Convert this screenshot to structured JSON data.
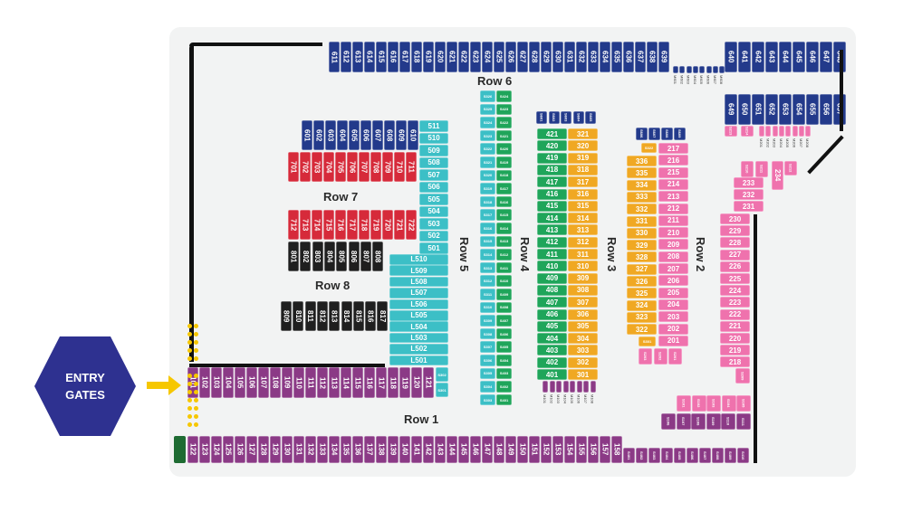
{
  "entry_gates": {
    "line1": "ENTRY",
    "line2": "GATES"
  },
  "row_labels": {
    "row1": "Row 1",
    "row2": "Row 2",
    "row3": "Row 3",
    "row4": "Row 4",
    "row5": "Row 5",
    "row6": "Row 6",
    "row7": "Row 7",
    "row8": "Row 8"
  },
  "colors": {
    "navy": "#233a8b",
    "red": "#d62a3a",
    "black": "#1f1f1f",
    "teal": "#3cbfc6",
    "green": "#1fa55a",
    "orange": "#f0a823",
    "pink": "#ef72ad",
    "purple": "#8b3a86",
    "gate": "#2e3190",
    "arrow": "#f6c700",
    "dark_green": "#1e6b32"
  },
  "groups": [
    {
      "id": "row6-top-a",
      "color": "navy",
      "labels": [
        "611",
        "612",
        "613",
        "614",
        "615",
        "616",
        "617",
        "618",
        "619",
        "620",
        "621",
        "622",
        "623",
        "624",
        "625",
        "626",
        "627",
        "628",
        "629",
        "630",
        "631",
        "632",
        "633",
        "634",
        "635",
        "636",
        "637",
        "638",
        "639"
      ]
    },
    {
      "id": "row6-m",
      "color": "navy",
      "labels": [
        "M601",
        "M602",
        "M603",
        "M604",
        "M605",
        "M606",
        "M607",
        "M608"
      ]
    },
    {
      "id": "row6-top-b",
      "color": "navy",
      "labels": [
        "640",
        "641",
        "642",
        "643",
        "644",
        "645",
        "646",
        "647",
        "648"
      ]
    },
    {
      "id": "row6-mid",
      "color": "navy",
      "labels": [
        "649",
        "650",
        "651",
        "652",
        "653",
        "654",
        "655",
        "656",
        "657"
      ]
    },
    {
      "id": "pink-s-top",
      "color": "pink",
      "labels": [
        "S213",
        "S214"
      ]
    },
    {
      "id": "row2-m",
      "color": "pink",
      "labels": [
        "M201",
        "M202",
        "M203",
        "M204",
        "M205",
        "M206",
        "M207",
        "M208"
      ]
    },
    {
      "id": "row6-601",
      "color": "navy",
      "labels": [
        "601",
        "602",
        "603",
        "604",
        "605",
        "606",
        "607",
        "608",
        "609",
        "610"
      ]
    },
    {
      "id": "row7-a",
      "color": "red",
      "labels": [
        "701",
        "702",
        "703",
        "704",
        "705",
        "706",
        "707",
        "708",
        "709",
        "710",
        "711"
      ]
    },
    {
      "id": "row7-b",
      "color": "red",
      "labels": [
        "712",
        "713",
        "714",
        "715",
        "716",
        "717",
        "718",
        "719",
        "720",
        "721",
        "722"
      ]
    },
    {
      "id": "row8-a",
      "color": "black",
      "labels": [
        "801",
        "802",
        "803",
        "804",
        "805",
        "806",
        "807",
        "808"
      ]
    },
    {
      "id": "row8-b",
      "color": "black",
      "labels": [
        "809",
        "810",
        "811",
        "812",
        "813",
        "814",
        "815",
        "816",
        "817"
      ]
    },
    {
      "id": "row5-500",
      "color": "teal",
      "labels": [
        "511",
        "510",
        "509",
        "508",
        "507",
        "506",
        "505",
        "504",
        "503",
        "502",
        "501"
      ]
    },
    {
      "id": "row5-L",
      "color": "teal",
      "labels": [
        "L510",
        "L509",
        "L508",
        "L507",
        "L506",
        "L505",
        "L504",
        "L503",
        "L502",
        "L501"
      ]
    },
    {
      "id": "row5-S3",
      "color": "teal",
      "labels": [
        "S326",
        "S325",
        "S324",
        "S323",
        "S322",
        "S321",
        "S320",
        "S319",
        "S318",
        "S317",
        "S316",
        "S315",
        "S314",
        "S313",
        "S312",
        "S311",
        "S310",
        "S309",
        "S308",
        "S307",
        "S306",
        "S305",
        "S304",
        "S303"
      ]
    },
    {
      "id": "row4-S4",
      "color": "green",
      "labels": [
        "S424",
        "S423",
        "S422",
        "S421",
        "S420",
        "S419",
        "S418",
        "S417",
        "S416",
        "S415",
        "S414",
        "S413",
        "S412",
        "S411",
        "S410",
        "S409",
        "S408",
        "S407",
        "S406",
        "S405",
        "S404",
        "S403",
        "S402",
        "S401"
      ]
    },
    {
      "id": "s601",
      "color": "navy",
      "labels": [
        "S601",
        "S602",
        "S603",
        "S604",
        "S605"
      ]
    },
    {
      "id": "row4",
      "color": "green",
      "labels": [
        "421",
        "420",
        "419",
        "418",
        "417",
        "416",
        "415",
        "414",
        "413",
        "412",
        "411",
        "410",
        "409",
        "408",
        "407",
        "406",
        "405",
        "404",
        "403",
        "402",
        "401"
      ]
    },
    {
      "id": "row3-300",
      "color": "orange",
      "labels": [
        "321",
        "320",
        "319",
        "318",
        "317",
        "316",
        "315",
        "314",
        "313",
        "312",
        "311",
        "310",
        "309",
        "308",
        "307",
        "306",
        "305",
        "304",
        "303",
        "302",
        "301"
      ]
    },
    {
      "id": "row1-m",
      "color": "purple",
      "labels": [
        "M101",
        "M102",
        "M103",
        "M104",
        "M105",
        "M106",
        "M107",
        "M108"
      ]
    },
    {
      "id": "s606",
      "color": "navy",
      "labels": [
        "S606",
        "S607",
        "S608",
        "S609"
      ]
    },
    {
      "id": "s322",
      "color": "orange",
      "labels": [
        "S322"
      ]
    },
    {
      "id": "row2-200",
      "color": "pink",
      "labels": [
        "217",
        "216",
        "215",
        "214",
        "213",
        "212",
        "211",
        "210",
        "209",
        "208",
        "207",
        "206",
        "205",
        "204",
        "203",
        "202",
        "201"
      ]
    },
    {
      "id": "row3-330",
      "color": "orange",
      "labels": [
        "336",
        "335",
        "334",
        "333",
        "332",
        "331",
        "330",
        "329",
        "328",
        "327",
        "326",
        "325",
        "324",
        "323",
        "322"
      ]
    },
    {
      "id": "s301",
      "color": "orange",
      "labels": [
        "S301"
      ]
    },
    {
      "id": "pink-s-mid",
      "color": "pink",
      "labels": [
        "S203",
        "S202",
        "S201"
      ]
    },
    {
      "id": "pink-s210",
      "color": "pink",
      "labels": [
        "S210",
        "S211"
      ]
    },
    {
      "id": "pink-234",
      "color": "pink",
      "labels": [
        "234"
      ]
    },
    {
      "id": "pink-s212",
      "color": "pink",
      "labels": [
        "S212"
      ]
    },
    {
      "id": "row2-230s",
      "color": "pink",
      "labels": [
        "233",
        "232",
        "231"
      ]
    },
    {
      "id": "row2-220s",
      "color": "pink",
      "labels": [
        "230",
        "229",
        "228",
        "227",
        "226",
        "225",
        "224",
        "223",
        "222",
        "221",
        "220",
        "219",
        "218"
      ]
    },
    {
      "id": "pink-s209",
      "color": "pink",
      "labels": [
        "S209"
      ]
    },
    {
      "id": "pink-s-low",
      "color": "pink",
      "labels": [
        "S101",
        "S102",
        "S103",
        "S104",
        "S105"
      ]
    },
    {
      "id": "purple-s-low",
      "color": "purple",
      "labels": [
        "S106",
        "S107",
        "S108",
        "S109",
        "S110",
        "S111"
      ]
    },
    {
      "id": "row1-a",
      "color": "purple",
      "labels": [
        "101",
        "102",
        "103",
        "104",
        "105",
        "106",
        "107",
        "108",
        "109",
        "110",
        "111",
        "112",
        "113",
        "114",
        "115",
        "116",
        "117",
        "118",
        "119",
        "120",
        "121"
      ]
    },
    {
      "id": "s302",
      "color": "teal",
      "labels": [
        "S302",
        "S301"
      ]
    },
    {
      "id": "row1-b",
      "color": "purple",
      "labels": [
        "122",
        "123",
        "124",
        "125",
        "126",
        "127",
        "128",
        "129",
        "130",
        "131",
        "132",
        "133",
        "134",
        "135",
        "136",
        "137",
        "138",
        "139",
        "140",
        "141",
        "142",
        "143",
        "144",
        "145",
        "146",
        "147",
        "148",
        "149",
        "150",
        "151",
        "152",
        "153",
        "154",
        "155",
        "156",
        "157",
        "158"
      ]
    },
    {
      "id": "row1-s",
      "color": "purple",
      "labels": [
        "S401",
        "S402",
        "S403",
        "S404",
        "S405",
        "S406",
        "S407",
        "S408",
        "S409",
        "S410"
      ]
    }
  ]
}
